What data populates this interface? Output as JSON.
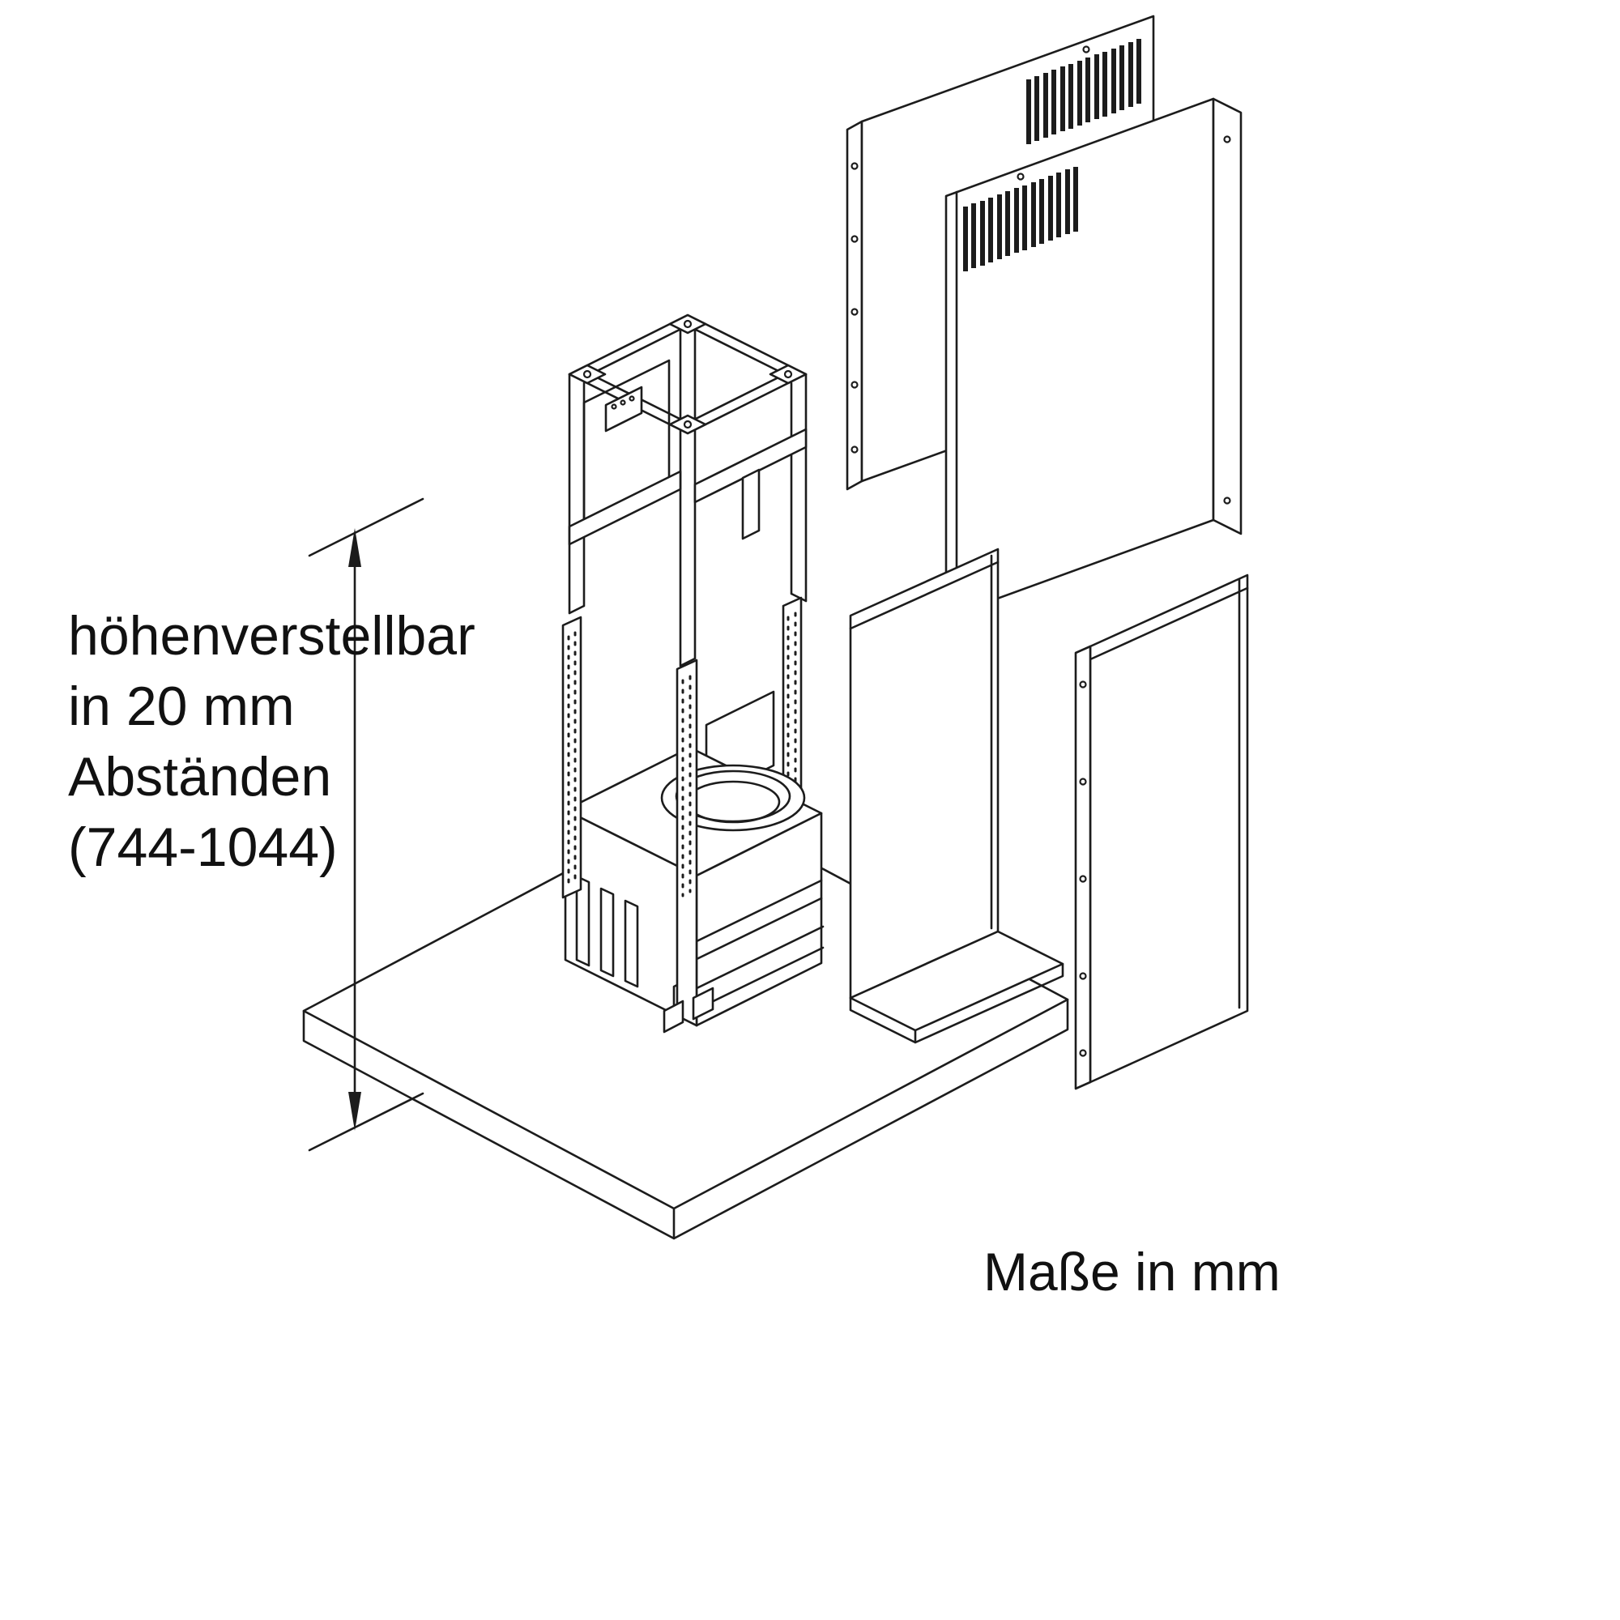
{
  "page": {
    "background": "#ffffff",
    "line_color": "#1c1c1c",
    "text_color": "#111111"
  },
  "annotation": {
    "line1": "höhenverstellbar",
    "line2": "in 20 mm",
    "line3": "Abständen",
    "line4": "(744-1044)"
  },
  "footnote": "Maße in mm",
  "values": {
    "adjustment_step_mm": 20,
    "height_min_mm": 744,
    "height_max_mm": 1044
  }
}
